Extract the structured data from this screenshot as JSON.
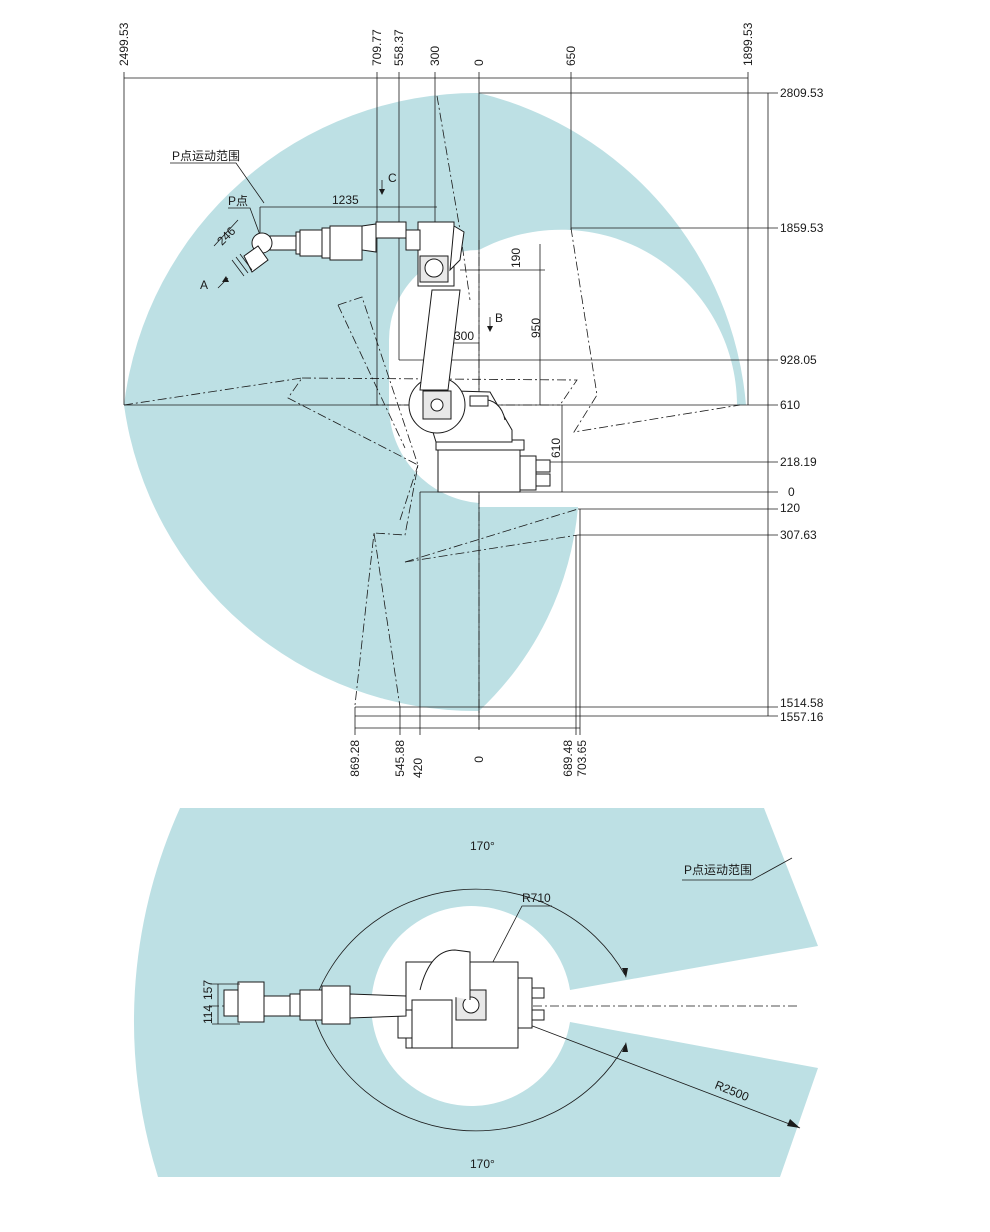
{
  "colors": {
    "range_fill": "#bde0e4",
    "line": "#1a1a1a"
  },
  "side_view": {
    "top_dims": [
      "2499.53",
      "709.77",
      "558.37",
      "300",
      "0",
      "650",
      "1899.53"
    ],
    "right_dims": [
      "2809.53",
      "1859.53",
      "928.05",
      "610",
      "218.19",
      "0",
      "120",
      "307.63",
      "1514.58",
      "1557.16"
    ],
    "bottom_dims": [
      "869.28",
      "545.88",
      "420",
      "0",
      "689.48",
      "703.65"
    ],
    "inner_dims": {
      "d1235": "1235",
      "d246": "246",
      "d190": "190",
      "d950": "950",
      "d300": "300",
      "d610": "610"
    },
    "labels": {
      "range": "P点运动范围",
      "p_point": "P点",
      "view_a": "A",
      "view_b": "B",
      "view_c": "C"
    }
  },
  "top_view": {
    "angle_top": "170°",
    "angle_bottom": "170°",
    "inner_radius": "R710",
    "outer_radius": "R2500",
    "range_label": "P点运动范围",
    "wrist_dims": [
      "157",
      "114"
    ]
  }
}
